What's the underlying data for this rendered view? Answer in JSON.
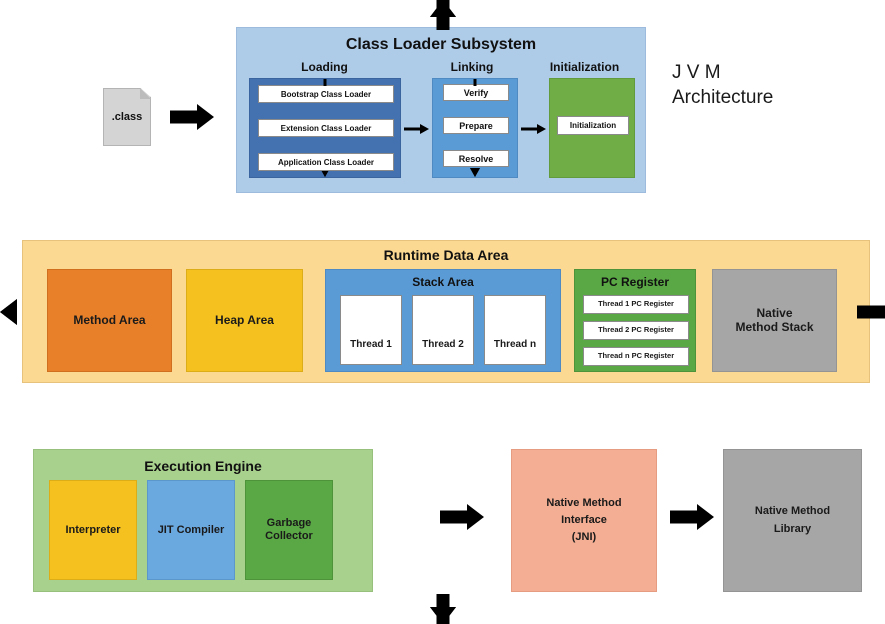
{
  "diagram": {
    "title_lines": [
      "J V M",
      "Architecture"
    ],
    "source_file": {
      "label": ".class"
    }
  },
  "class_loader": {
    "title": "Class Loader Subsystem",
    "columns": [
      {
        "heading": "Loading",
        "color": "#4472b0",
        "items": [
          "Bootstrap Class Loader",
          "Extension Class Loader",
          "Application Class Loader"
        ]
      },
      {
        "heading": "Linking",
        "color": "#5b9bd5",
        "items": [
          "Verify",
          "Prepare",
          "Resolve"
        ]
      },
      {
        "heading": "Initialization",
        "color": "#70ad47",
        "items": [
          "Initialization"
        ]
      }
    ]
  },
  "runtime_data_area": {
    "title": "Runtime Data Area",
    "background": "#fcd992",
    "method_area": {
      "label": "Method Area",
      "color": "#e8802a"
    },
    "heap_area": {
      "label": "Heap Area",
      "color": "#f5c11e"
    },
    "stack_area": {
      "title": "Stack Area",
      "color": "#5b9bd5",
      "threads": [
        "Thread 1",
        "Thread 2",
        "Thread n"
      ]
    },
    "pc_register": {
      "title": "PC Register",
      "color": "#70ad47",
      "registers": [
        "Thread 1 PC Register",
        "Thread 2 PC Register",
        "Thread n PC Register"
      ]
    },
    "native_method_stack": {
      "lines": [
        "Native",
        "Method Stack"
      ],
      "color": "#a6a6a6"
    }
  },
  "execution_engine": {
    "title": "Execution Engine",
    "background": "#a9d18e",
    "components": [
      {
        "lines": [
          "Interpreter"
        ],
        "color": "#f5c11e"
      },
      {
        "lines": [
          "JIT Compiler"
        ],
        "color": "#6aa8e0"
      },
      {
        "lines": [
          "Garbage",
          "Collector"
        ],
        "color": "#5aa845"
      }
    ]
  },
  "native_method_interface": {
    "lines": [
      "Native Method",
      "Interface",
      "(JNI)"
    ],
    "color": "#f4ae93"
  },
  "native_method_library": {
    "lines": [
      "Native Method",
      "Library"
    ],
    "color": "#a6a6a6"
  }
}
